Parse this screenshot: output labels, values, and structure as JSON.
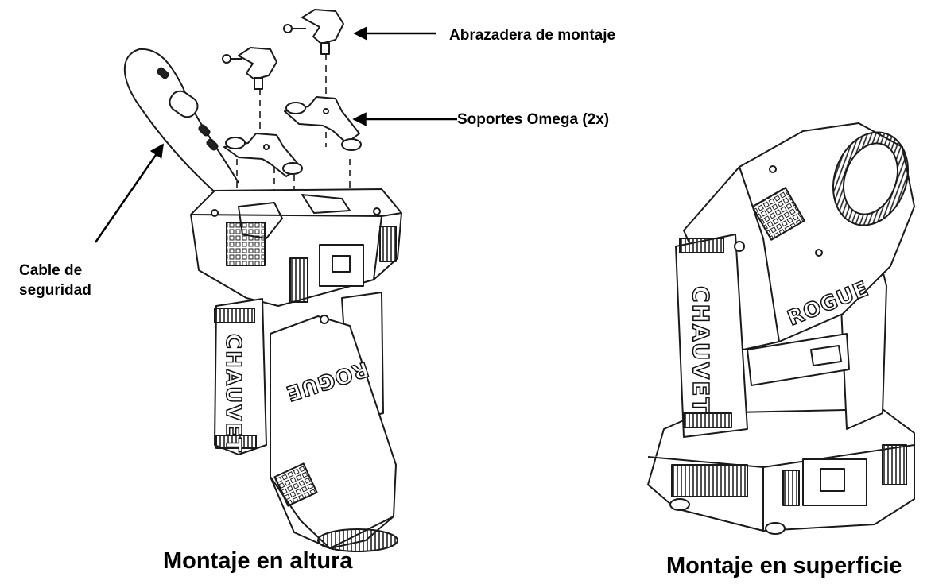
{
  "callouts": {
    "clamp": "Abrazadera de montaje",
    "omega": "Soportes Omega (2x)",
    "cable_line1": "Cable de",
    "cable_line2": "seguridad"
  },
  "captions": {
    "overhead": "Montaje en altura",
    "surface": "Montaje en superficie"
  },
  "branding": {
    "manufacturer": "CHAUVET",
    "model": "ROGUE"
  },
  "colors": {
    "line": "#1a1a1a",
    "background": "#ffffff",
    "text": "#000000"
  }
}
